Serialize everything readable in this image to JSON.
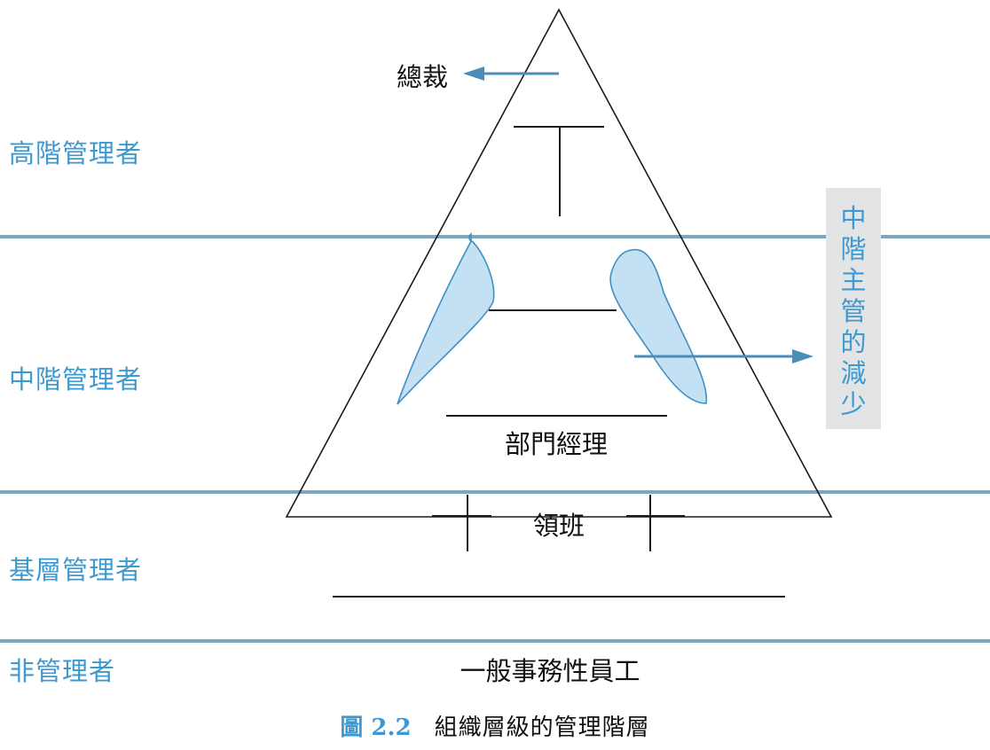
{
  "levels": {
    "top": "高階管理者",
    "middle": "中階管理者",
    "first_line": "基層管理者",
    "non_managerial": "非管理者"
  },
  "nodes": {
    "president": "總裁",
    "department_manager": "部門經理",
    "supervisor": "領班",
    "employees": "一般事務性員工"
  },
  "annotation": {
    "side_label": [
      "中",
      "階",
      "主",
      "管",
      "的",
      "減",
      "少"
    ]
  },
  "caption": {
    "number": "圖 2.2",
    "title": "組織層級的管理階層"
  },
  "colors": {
    "accent_text": "#3d9ad1",
    "band_line": "#7aa9bf",
    "arrow": "#4a8db8",
    "petal_fill": "#c4e1f3",
    "petal_stroke": "#3d8fc4",
    "side_box": "#e3e4e5"
  }
}
